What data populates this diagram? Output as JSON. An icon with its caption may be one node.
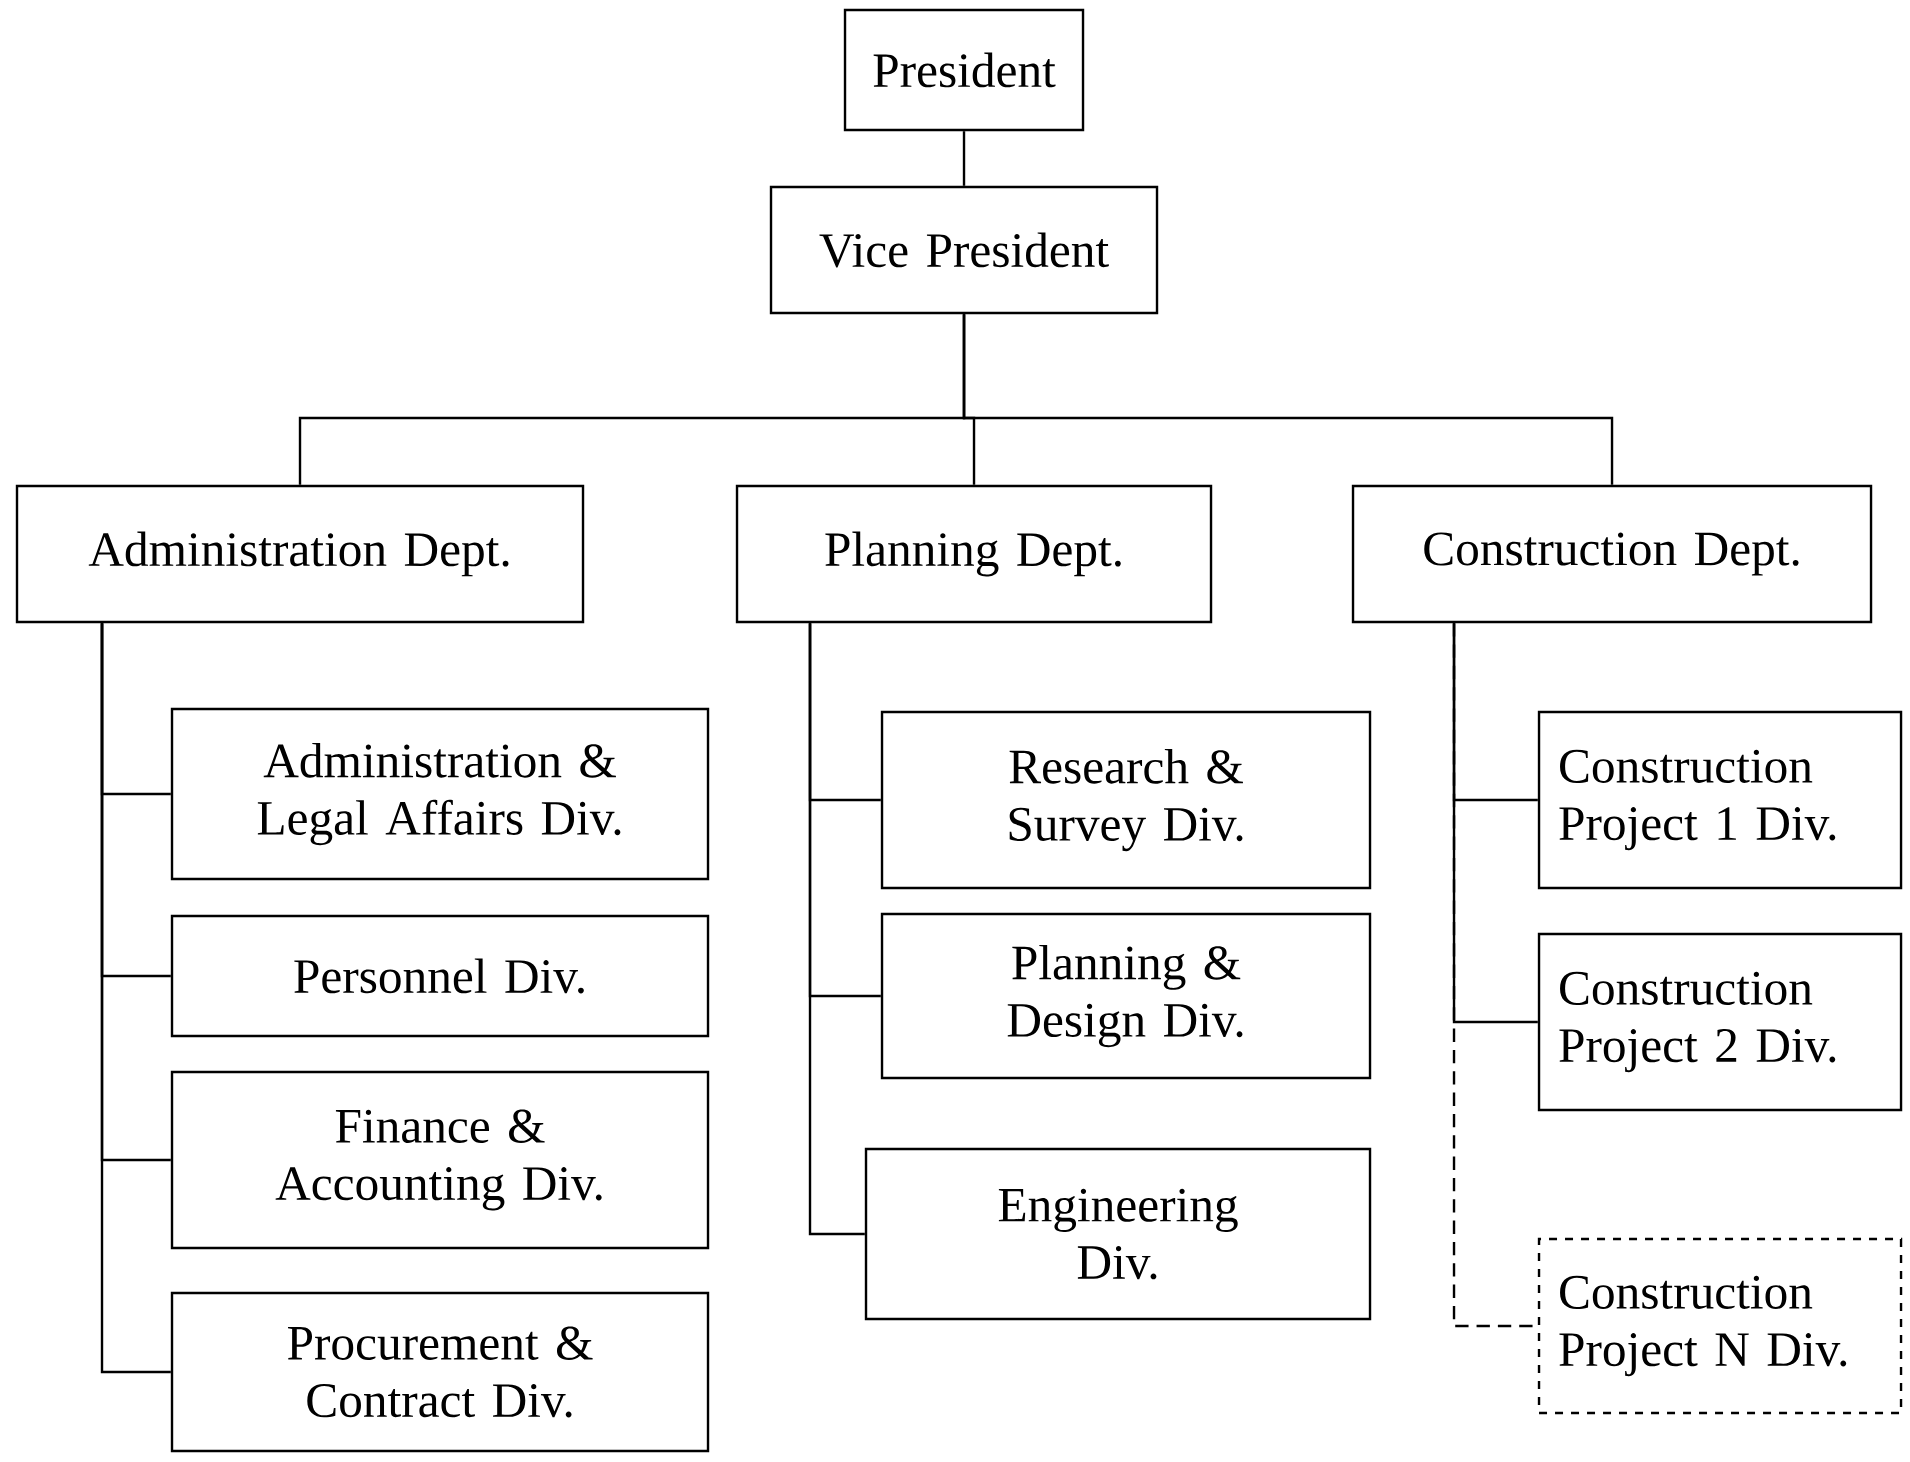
{
  "diagram": {
    "nodes": [
      {
        "text": [
          "President"
        ]
      },
      {
        "text": [
          "Vice President"
        ]
      },
      {
        "text": [
          "Administration Dept."
        ]
      },
      {
        "text": [
          "Planning Dept."
        ]
      },
      {
        "text": [
          "Construction Dept."
        ]
      },
      {
        "text": [
          "Administration & Legal Affairs Div."
        ]
      },
      {
        "text": [
          "Personnel Div."
        ]
      },
      {
        "text": [
          "Finance & Accounting Div."
        ]
      },
      {
        "text": [
          "Procurement & Contract Div."
        ]
      },
      {
        "text": [
          "Research & Survey Div."
        ]
      },
      {
        "text": [
          "Planning & Design Div."
        ]
      },
      {
        "text": [
          "Engineering Div."
        ]
      },
      {
        "text": [
          "Construction Project 1 Div."
        ]
      },
      {
        "text": [
          "Construction Project 2 Div."
        ]
      },
      {
        "text": [
          "Construction Project N Div."
        ]
      }
    ],
    "edges": [
      {
        "from": 0,
        "to": 1,
        "arrow": "none"
      },
      {
        "from": 1,
        "to": 2,
        "arrow": "none"
      },
      {
        "from": 1,
        "to": 3,
        "arrow": "none"
      },
      {
        "from": 1,
        "to": 4,
        "arrow": "none"
      },
      {
        "from": 2,
        "to": 5,
        "arrow": "none"
      },
      {
        "from": 2,
        "to": 6,
        "arrow": "none"
      },
      {
        "from": 2,
        "to": 7,
        "arrow": "none"
      },
      {
        "from": 2,
        "to": 8,
        "arrow": "none"
      },
      {
        "from": 3,
        "to": 9,
        "arrow": "none"
      },
      {
        "from": 3,
        "to": 10,
        "arrow": "none"
      },
      {
        "from": 3,
        "to": 11,
        "arrow": "none"
      },
      {
        "from": 4,
        "to": 12,
        "arrow": "none"
      },
      {
        "from": 4,
        "to": 13,
        "arrow": "none"
      },
      {
        "from": 4,
        "to": 14,
        "arrow": "none",
        "style": "dashed"
      }
    ]
  }
}
